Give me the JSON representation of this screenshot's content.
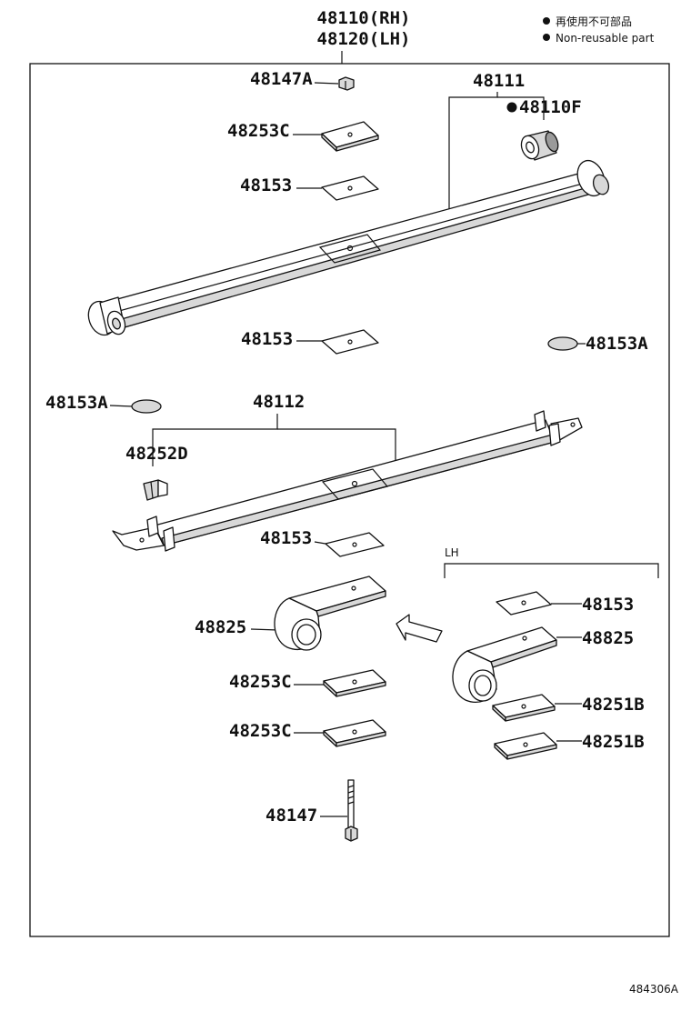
{
  "title": {
    "rh": "48110(RH)",
    "lh": "48120(LH)"
  },
  "legend": {
    "jp": "再使用不可部品",
    "en": "Non-reusable part"
  },
  "labels": {
    "p48147a": "48147A",
    "p48111": "48111",
    "p48110f": "48110F",
    "p48253c_top": "48253C",
    "p48153_a": "48153",
    "p48153_b": "48153",
    "p48153a_right": "48153A",
    "p48153a_left": "48153A",
    "p48112": "48112",
    "p48252d": "48252D",
    "p48153_c": "48153",
    "p48825_left": "48825",
    "p48253c_mid": "48253C",
    "p48253c_low": "48253C",
    "p48147": "48147",
    "lh_tag": "LH",
    "p48153_lh": "48153",
    "p48825_lh": "48825",
    "p48251b_a": "48251B",
    "p48251b_b": "48251B"
  },
  "figure_id": "484306A"
}
